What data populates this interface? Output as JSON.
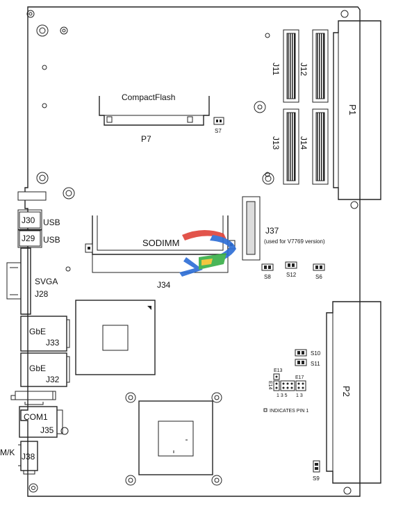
{
  "labels": {
    "compactflash": "CompactFlash",
    "p7": "P7",
    "s7": "S7",
    "j11": "J11",
    "j12": "J12",
    "j13": "J13",
    "j14": "J14",
    "p1": "P1",
    "j30": "J30",
    "usb1": "USB",
    "j29": "J29",
    "usb2": "USB",
    "sodimm": "SODIMM",
    "j37": "J37",
    "j37_note": "(used for V7769 version)",
    "s8": "S8",
    "s12": "S12",
    "s6": "S6",
    "svga": "SVGA",
    "j28": "J28",
    "j34": "J34",
    "gbe1": "GbE",
    "j33": "J33",
    "gbe2": "GbE",
    "j32": "J32",
    "s10": "S10",
    "s11": "S11",
    "e13": "E13",
    "e14": "E14",
    "e17": "E17",
    "pins_a": "1  3  5",
    "pins_b": "1  3",
    "indicates_pin1": "INDICATES PIN 1",
    "p2": "P2",
    "com1": "COM1",
    "j35": "J35",
    "mk": "M/K",
    "j38": "J38",
    "s9": "S9"
  },
  "colors": {
    "outline": "#222222",
    "logo_blue": "#2f6fd6",
    "logo_red": "#e0463c",
    "logo_green": "#3bb04a",
    "logo_yellow": "#f2c230"
  },
  "icons": {
    "watermark": "logo-watermark-icon"
  }
}
